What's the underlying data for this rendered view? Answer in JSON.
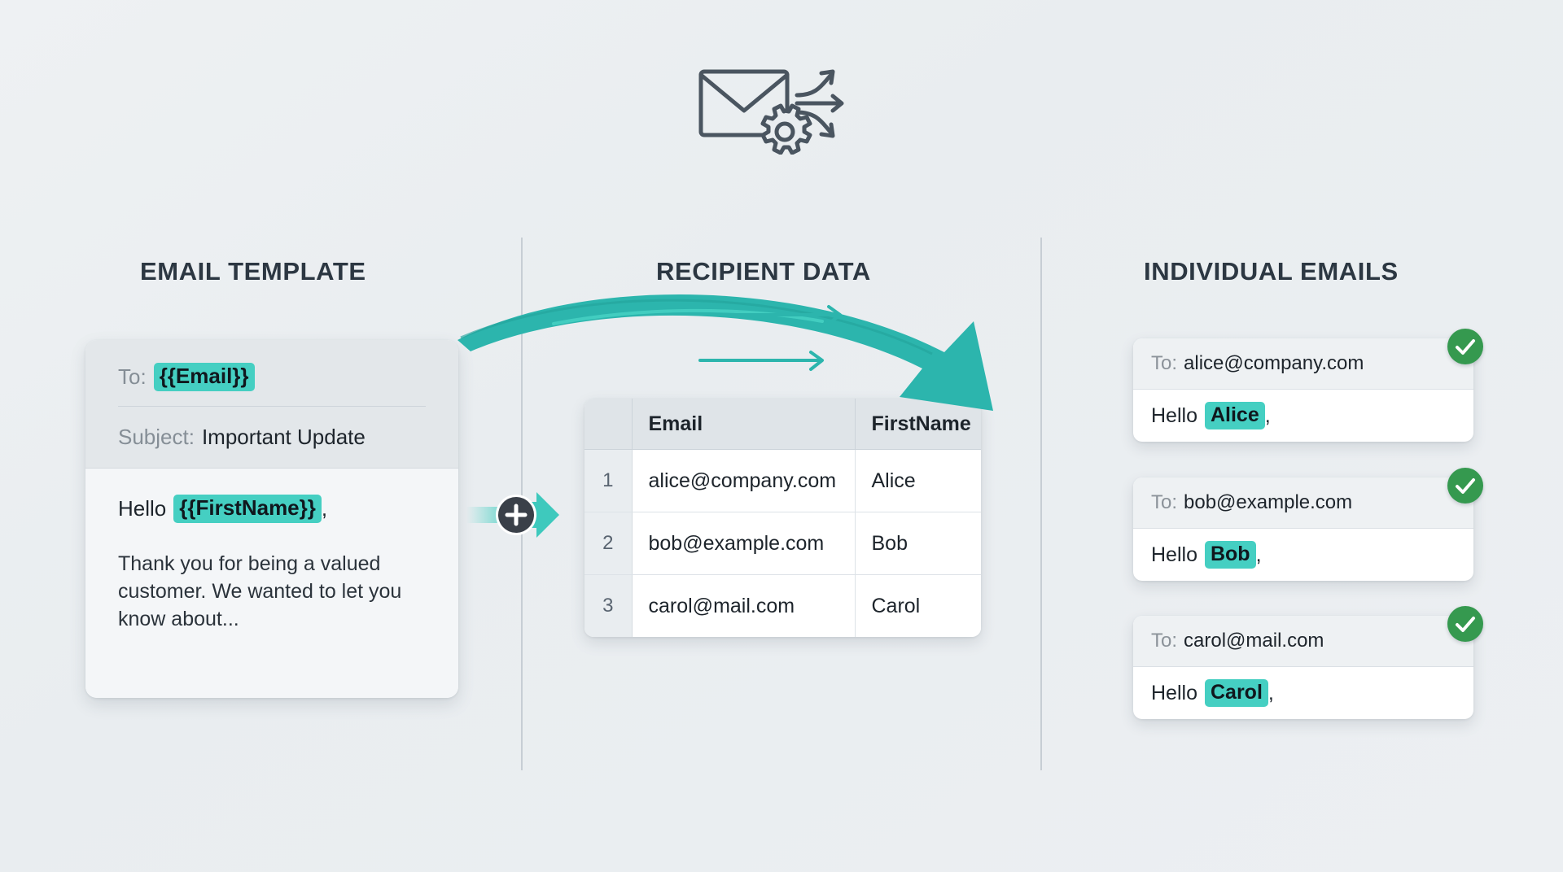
{
  "header": {
    "icon": "envelope-gear-distribute-icon"
  },
  "columns": {
    "template_title": "EMAIL TEMPLATE",
    "recipients_title": "RECIPIENT DATA",
    "emails_title": "INDIVIDUAL EMAILS"
  },
  "template": {
    "to_label": "To:",
    "to_token": "{{Email}}",
    "subject_label": "Subject:",
    "subject_value": "Important Update",
    "greeting_lead": "Hello",
    "greeting_token": "{{FirstName}}",
    "greeting_comma": ",",
    "paragraph": "Thank you for being a valued customer. We wanted to let you know about..."
  },
  "connector": {
    "icon": "plus-icon",
    "symbol": "+"
  },
  "recipients": {
    "headers": [
      "",
      "Email",
      "FirstName"
    ],
    "rows": [
      {
        "index": "1",
        "email": "alice@company.com",
        "firstname": "Alice"
      },
      {
        "index": "2",
        "email": "bob@example.com",
        "firstname": "Bob"
      },
      {
        "index": "3",
        "email": "carol@mail.com",
        "firstname": "Carol"
      }
    ]
  },
  "emails": [
    {
      "to_label": "To:",
      "to_value": "alice@company.com",
      "greeting_lead": "Hello",
      "name": "Alice",
      "comma": ",",
      "status_icon": "check-icon"
    },
    {
      "to_label": "To:",
      "to_value": "bob@example.com",
      "greeting_lead": "Hello",
      "name": "Bob",
      "comma": ",",
      "status_icon": "check-icon"
    },
    {
      "to_label": "To:",
      "to_value": "carol@mail.com",
      "greeting_lead": "Hello",
      "name": "Carol",
      "comma": ",",
      "status_icon": "check-icon"
    }
  ],
  "colors": {
    "background": "#eceff2",
    "accent_teal": "#2cb5ad",
    "highlight_teal": "#45cfc2",
    "title_navy": "#2c3742",
    "success_green": "#35994f",
    "connector_dark": "#3a4049",
    "divider_grey": "#c7ced4"
  }
}
